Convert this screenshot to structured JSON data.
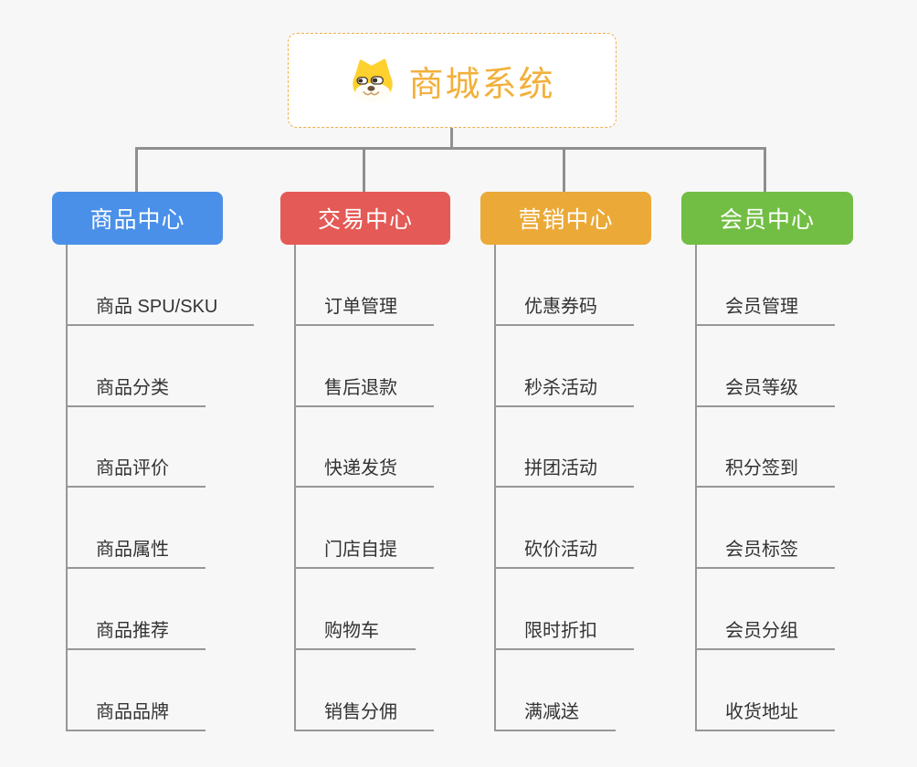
{
  "canvas": {
    "background": "#F7F7F7",
    "connector_color": "#8F8F8F",
    "underline_color": "#979797",
    "child_text_color": "#333333"
  },
  "root": {
    "label": "商城系统",
    "icon": "dog-face-icon",
    "text_color": "#F2B03C",
    "border_color": "#F2AF4A",
    "background": "#FFFFFF"
  },
  "branches": [
    {
      "id": "product-center",
      "label": "商品中心",
      "color": "#4A90E8",
      "children": [
        "商品 SPU/SKU",
        "商品分类",
        "商品评价",
        "商品属性",
        "商品推荐",
        "商品品牌"
      ]
    },
    {
      "id": "trade-center",
      "label": "交易中心",
      "color": "#E45A56",
      "children": [
        "订单管理",
        "售后退款",
        "快递发货",
        "门店自提",
        "购物车",
        "销售分佣"
      ]
    },
    {
      "id": "marketing-center",
      "label": "营销中心",
      "color": "#EBA938",
      "children": [
        "优惠券码",
        "秒杀活动",
        "拼团活动",
        "砍价活动",
        "限时折扣",
        "满减送"
      ]
    },
    {
      "id": "member-center",
      "label": "会员中心",
      "color": "#72BE44",
      "children": [
        "会员管理",
        "会员等级",
        "积分签到",
        "会员标签",
        "会员分组",
        "收货地址"
      ]
    }
  ]
}
